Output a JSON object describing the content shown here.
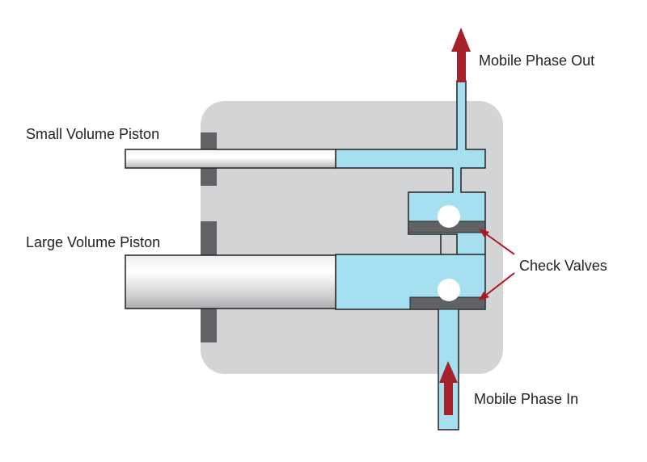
{
  "labels": {
    "small_piston": "Small Volume Piston",
    "large_piston": "Large Volume Piston",
    "mobile_out": "Mobile Phase Out",
    "mobile_in": "Mobile Phase In",
    "check_valves": "Check Valves"
  },
  "colors": {
    "housing": "#d3d4d6",
    "fluid": "#a6dff0",
    "outline": "#222222",
    "seal": "#606266",
    "arrow": "#a5222b",
    "ball": "#ffffff"
  }
}
